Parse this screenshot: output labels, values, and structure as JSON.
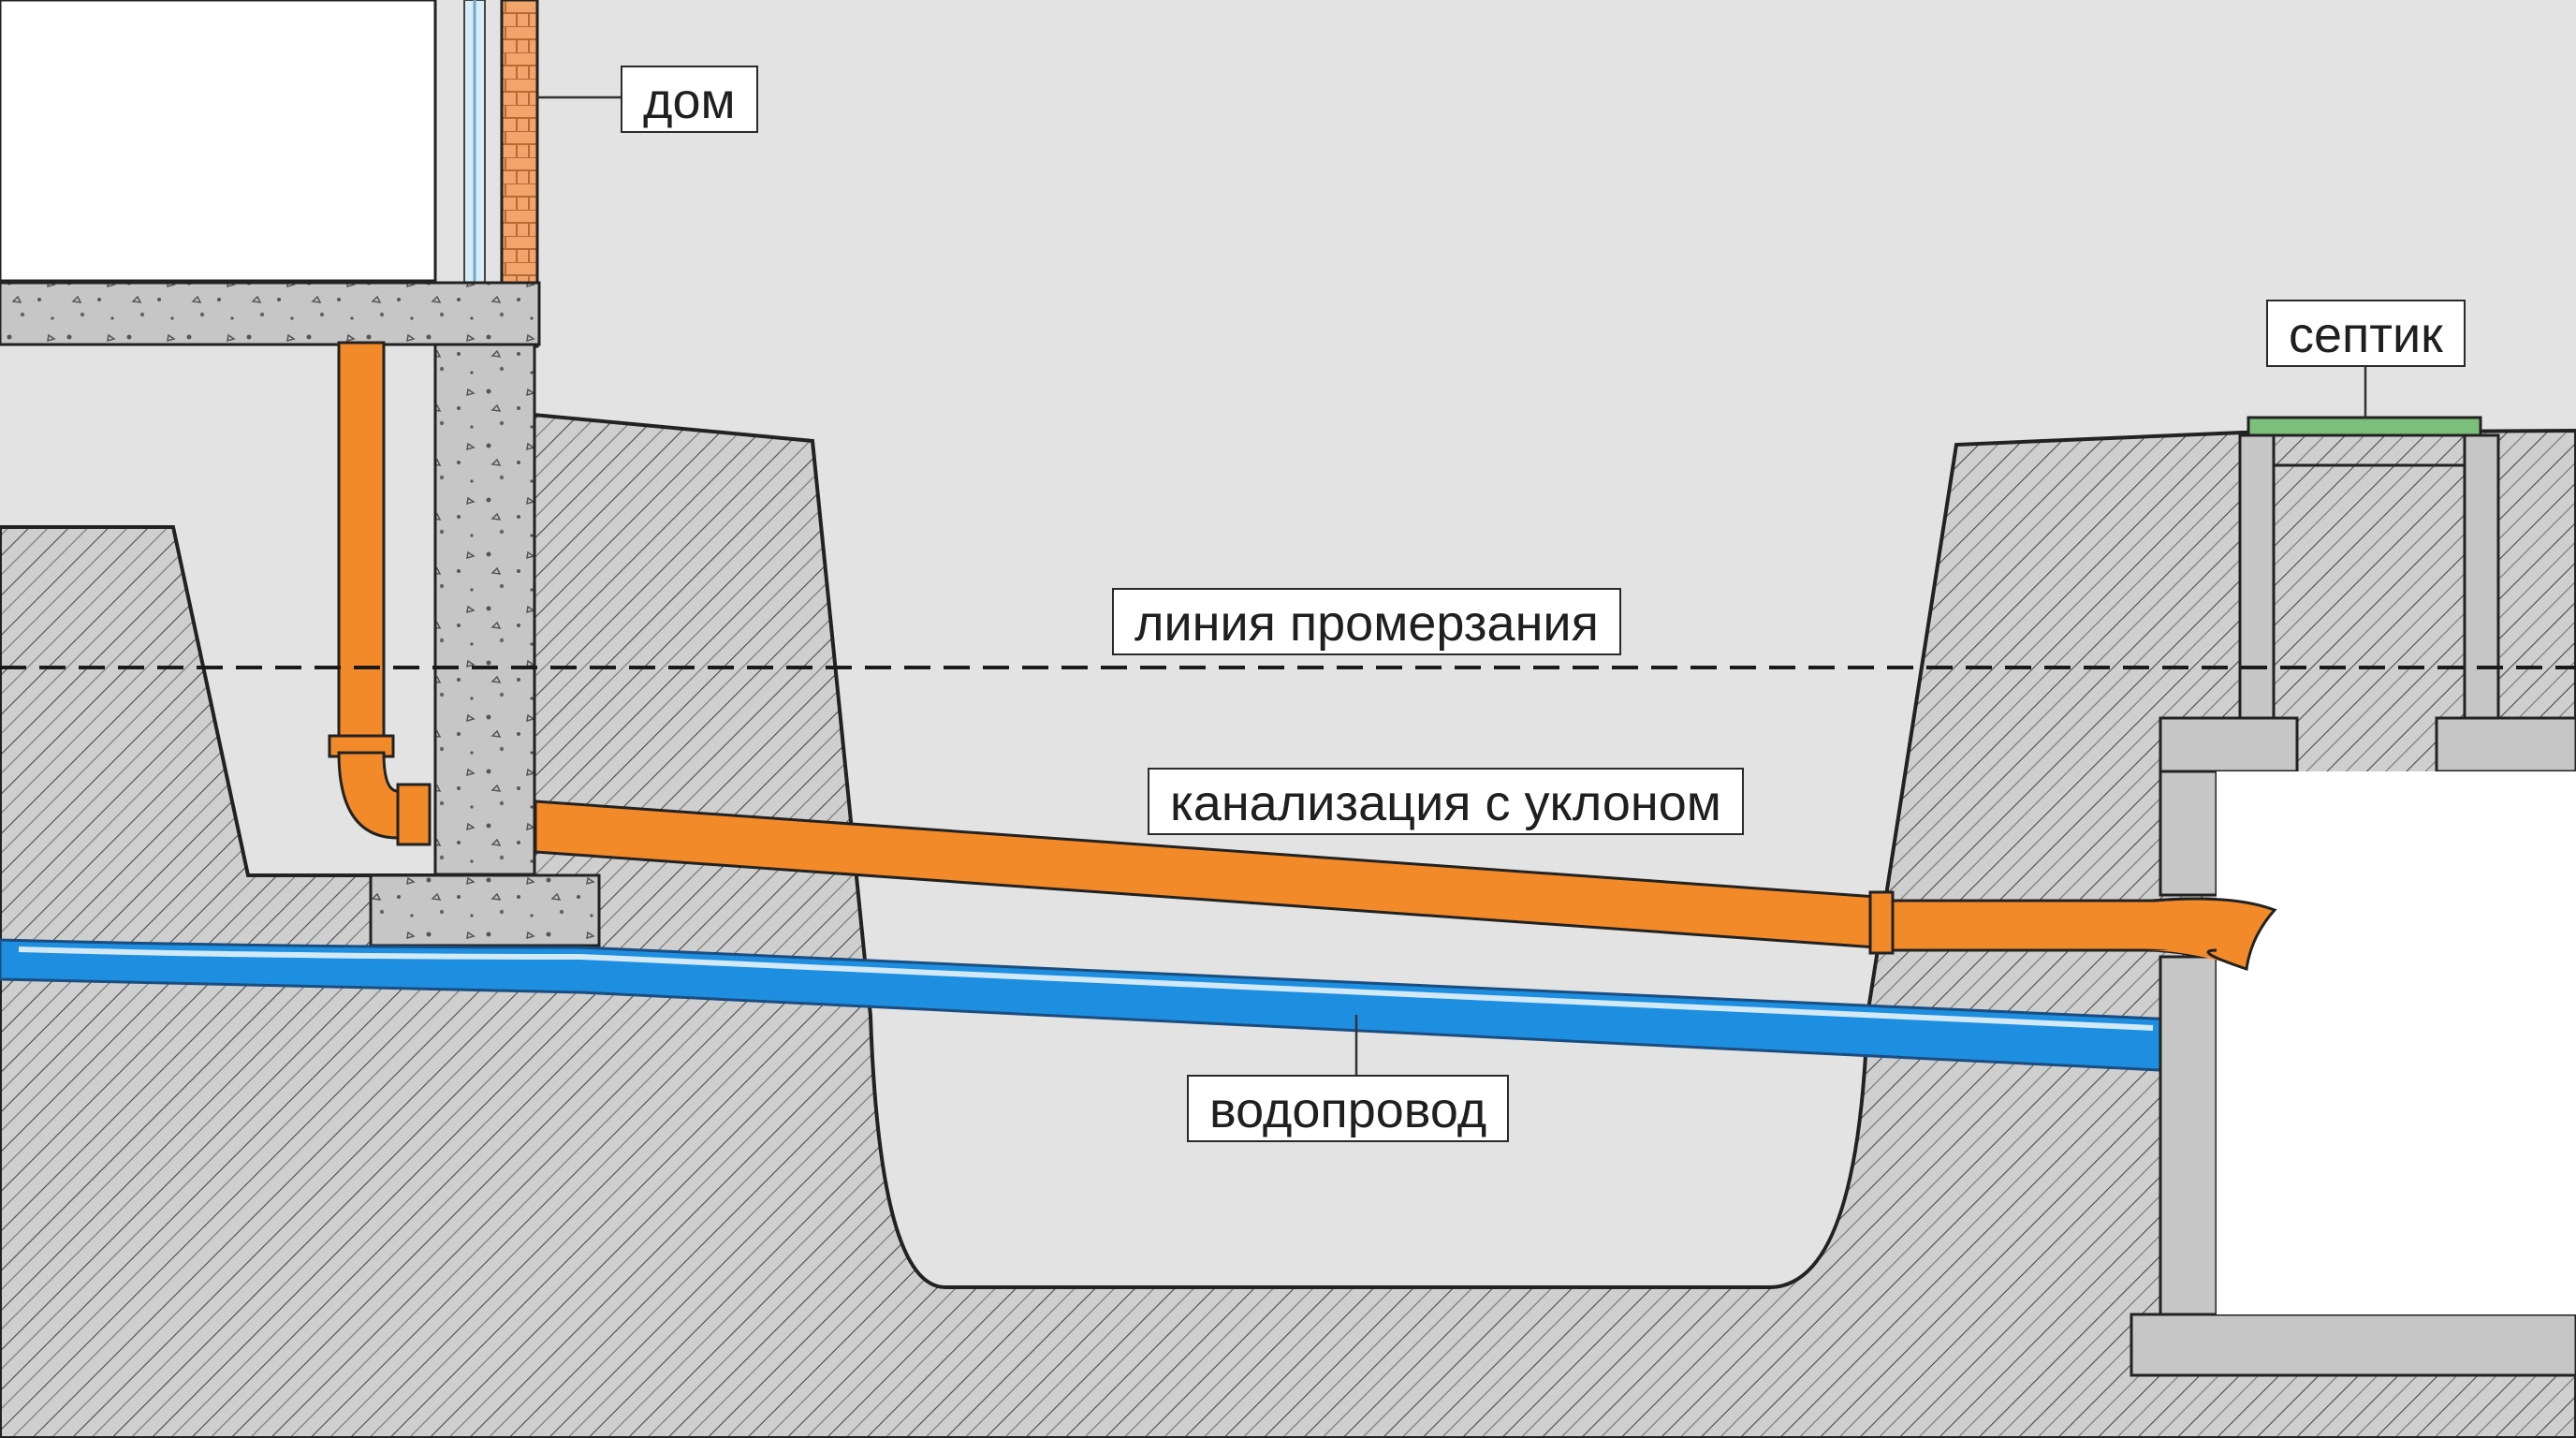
{
  "labels": {
    "house": "дом",
    "septic": "септик",
    "frost_line": "линия промерзания",
    "sewer": "канализация с уклоном",
    "water_pipe": "водопровод"
  },
  "colors": {
    "background": "#e3e3e3",
    "soil_fill": "#cfcfcf",
    "soil_hatch": "#4a4a4a",
    "concrete": "#c6c6c6",
    "brick": "#f2a56a",
    "sewer_pipe": "#f28a2a",
    "water_pipe": "#1e8fe0",
    "septic_lid": "#7cbf7a",
    "outline": "#222222"
  }
}
